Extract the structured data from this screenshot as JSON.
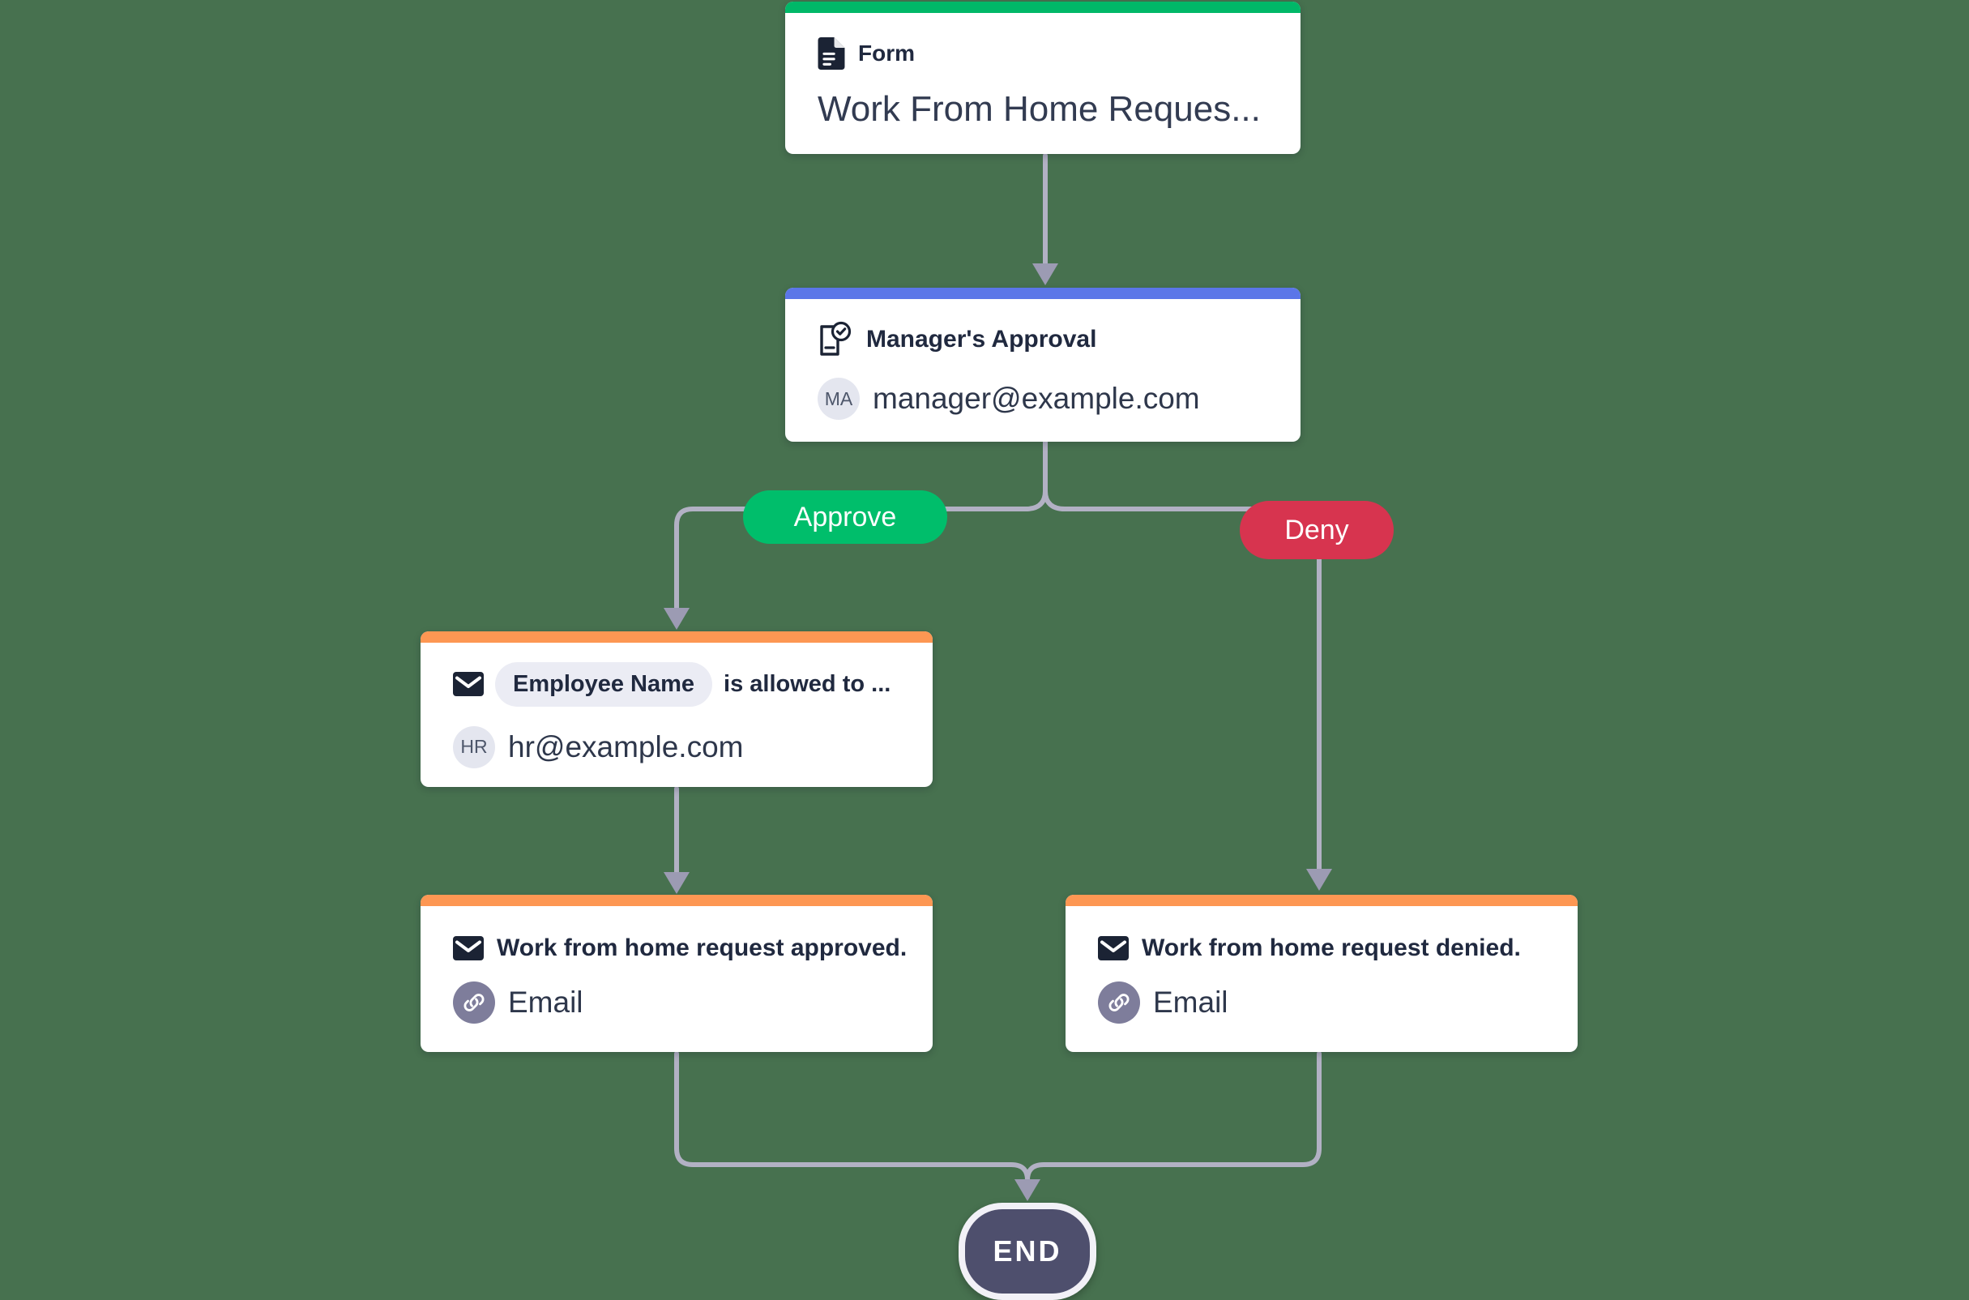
{
  "background_color": "#47714F",
  "connector": {
    "line_color": "#B2B1C4",
    "arrow_color": "#9C9BB3"
  },
  "nodes": {
    "form": {
      "type_label": "Form",
      "title": "Work From Home Reques...",
      "accent_color": "#00B868",
      "icon": "document-icon"
    },
    "approval": {
      "title": "Manager's Approval",
      "accent_color": "#5B76E8",
      "icon": "approval-check-icon",
      "assignee": {
        "initials": "MA",
        "email": "manager@example.com"
      }
    },
    "employee_email": {
      "title_tag": "Employee Name",
      "title_suffix": "is allowed to ...",
      "accent_color": "#FD9753",
      "icon": "envelope-icon",
      "assignee": {
        "initials": "HR",
        "email": "hr@example.com"
      }
    },
    "approved_email": {
      "title": "Work from home request approved.",
      "accent_color": "#FD9753",
      "icon": "envelope-icon",
      "channel": {
        "icon": "link-icon",
        "label": "Email"
      }
    },
    "denied_email": {
      "title": "Work from home request denied.",
      "accent_color": "#FD9753",
      "icon": "envelope-icon",
      "channel": {
        "icon": "link-icon",
        "label": "Email"
      }
    },
    "end": {
      "label": "END",
      "color": "#4E4F6D"
    }
  },
  "branches": {
    "approve": {
      "label": "Approve",
      "color": "#00BE6B"
    },
    "deny": {
      "label": "Deny",
      "color": "#D7344F"
    }
  }
}
